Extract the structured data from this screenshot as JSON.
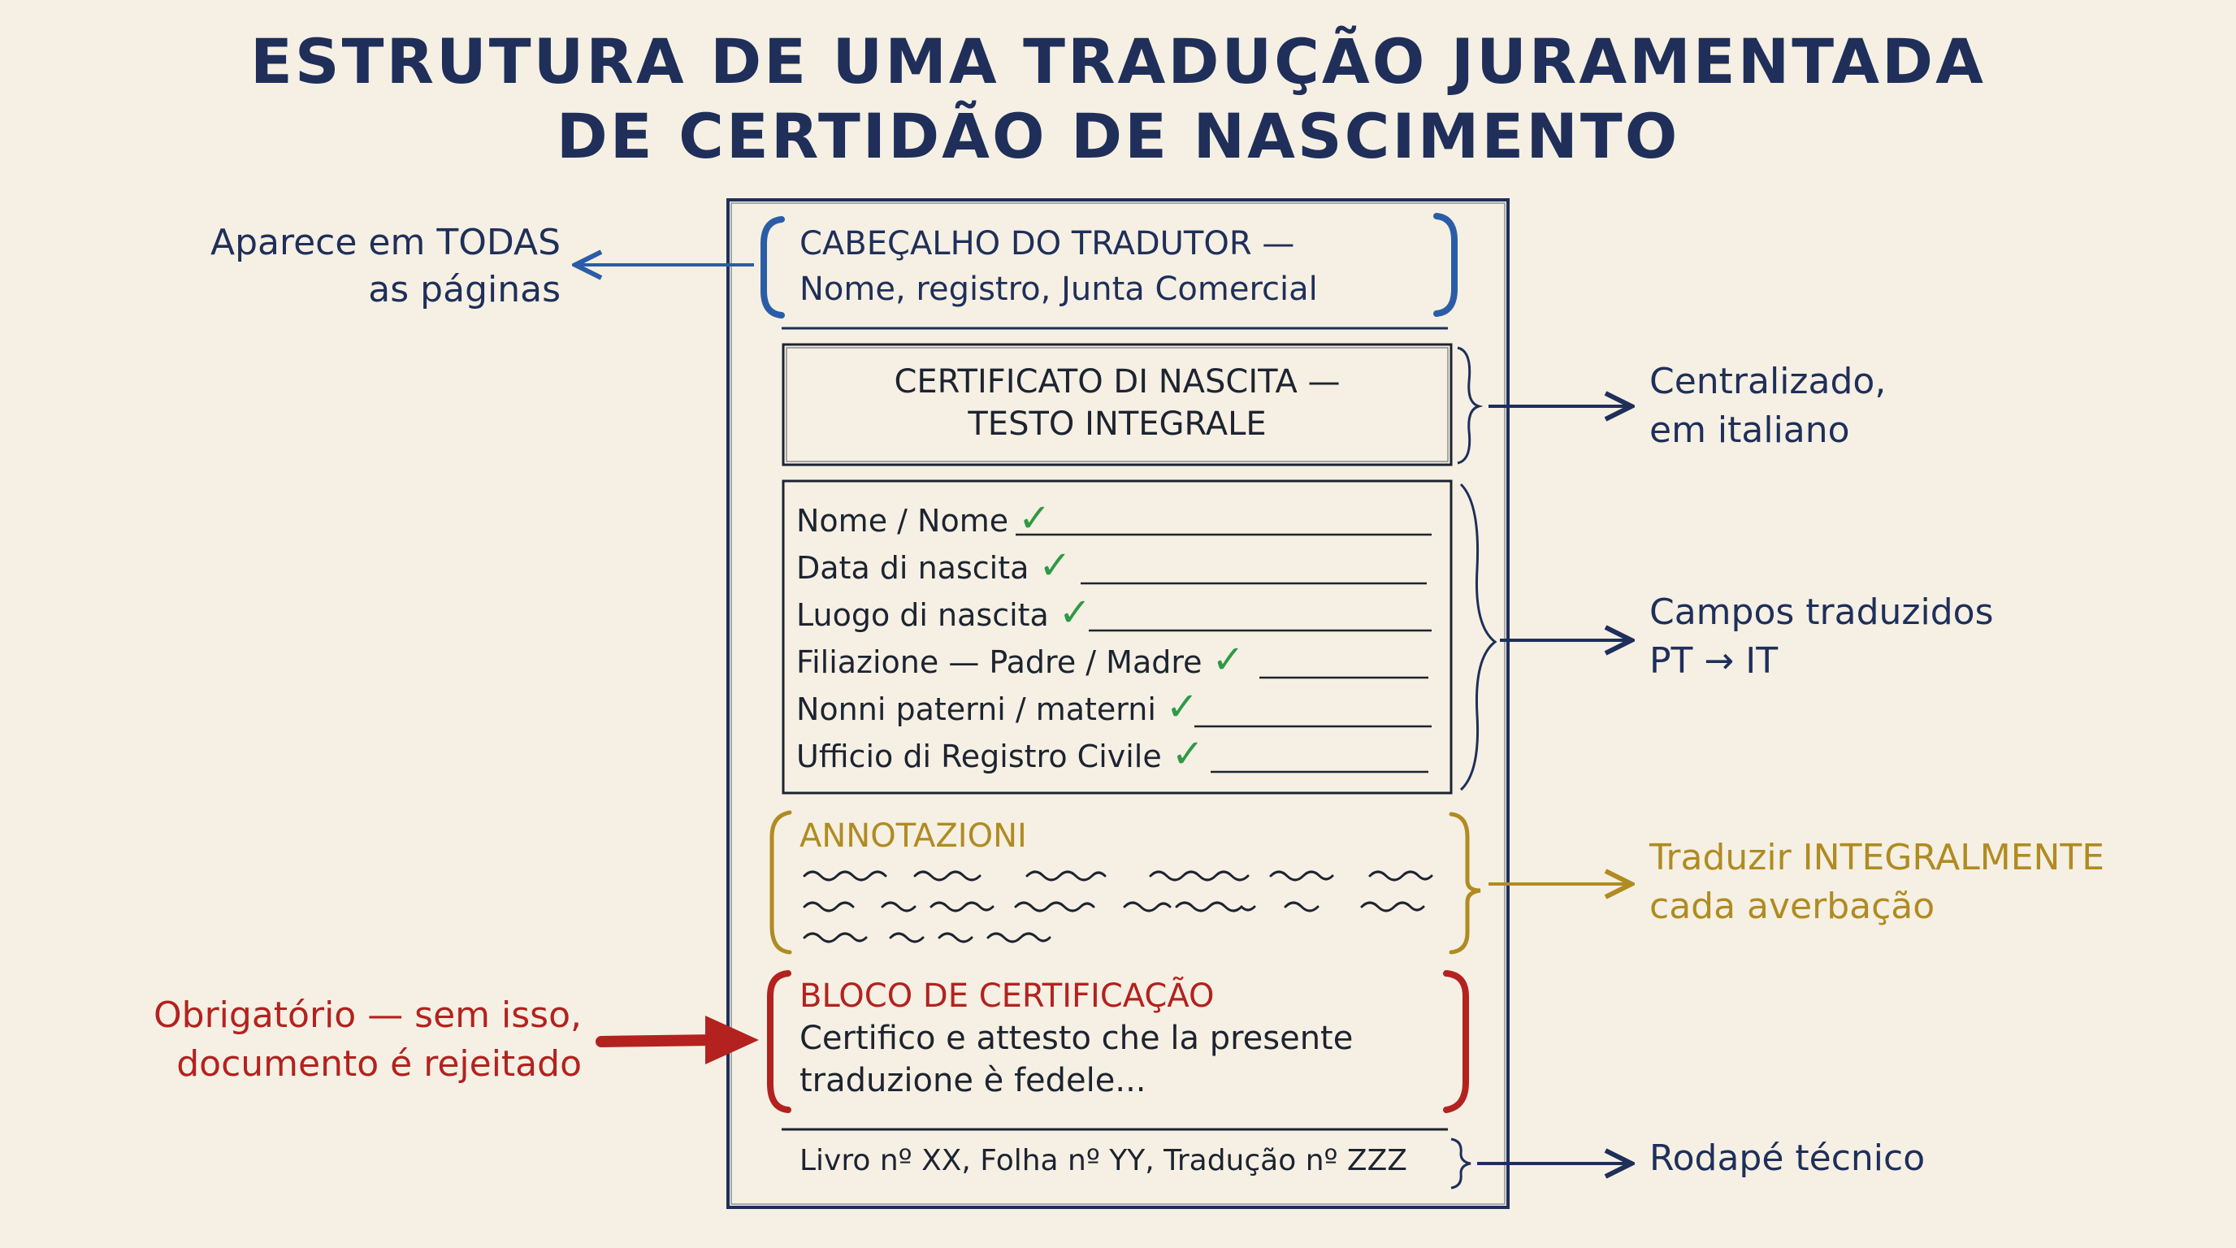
{
  "title": {
    "line1": "ESTRUTURA DE UMA TRADUÇÃO JURAMENTADA",
    "line2": "DE CERTIDÃO DE NASCIMENTO"
  },
  "colors": {
    "navy": "#1f2f5a",
    "header_blue": "#2b5da6",
    "gold": "#b08b22",
    "red": "#b3221f",
    "check_green": "#2e9a45",
    "background": "#f5f0e3"
  },
  "document": {
    "header": {
      "line1": "CABEÇALHO DO TRADUTOR —",
      "line2": "Nome, registro, Junta Comercial"
    },
    "title_box": {
      "line1": "CERTIFICATO DI NASCITA —",
      "line2": "TESTO INTEGRALE"
    },
    "fields": [
      "Nome / Nome",
      "Data di nascita",
      "Luogo di nascita",
      "Filiazione — Padre / Madre",
      "Nonni paterni / materni",
      "Ufficio di Registro Civile"
    ],
    "check_icon": "✓",
    "annotations": {
      "heading": "ANNOTAZIONI"
    },
    "certification": {
      "heading": "BLOCO DE CERTIFICAÇÃO",
      "line1": "Certifico e attesto che la presente",
      "line2": "traduzione è fedele..."
    },
    "footer": "Livro nº XX, Folha nº YY, Tradução nº ZZZ"
  },
  "callouts": {
    "header_note": {
      "line1": "Aparece em TODAS",
      "line2": "as páginas"
    },
    "title_note": {
      "line1": "Centralizado,",
      "line2": "em italiano"
    },
    "fields_note": {
      "line1": "Campos traduzidos",
      "line2": "PT → IT"
    },
    "annotations_note": {
      "line1": "Traduzir INTEGRALMENTE",
      "line2": "cada averbação"
    },
    "certification_note": {
      "line1": "Obrigatório — sem isso,",
      "line2": "documento é rejeitado"
    },
    "footer_note": "Rodapé técnico"
  }
}
